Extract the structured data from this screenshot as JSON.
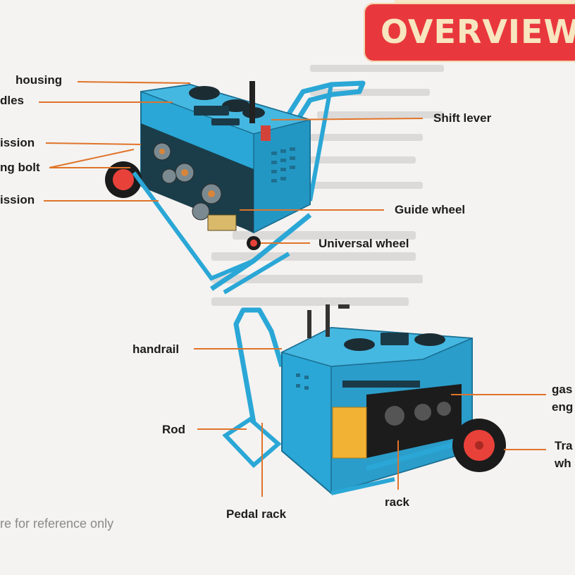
{
  "banner": {
    "title": "OVERVIEW"
  },
  "labels": {
    "housing": "housing",
    "handles": "dles",
    "transmission_1": "ission",
    "fixing_bolt": "ng bolt",
    "transmission_2": "ission",
    "shift_lever": "Shift lever",
    "guide_wheel": "Guide wheel",
    "universal_wheel": "Universal wheel",
    "handrail": "handrail",
    "rod": "Rod",
    "pedal_rack": "Pedal rack",
    "rack": "rack",
    "gasoline_engine_1": "gas",
    "gasoline_engine_2": "eng",
    "travel_wheel_1": "Tra",
    "travel_wheel_2": "wh"
  },
  "caption": "re for reference only",
  "colors": {
    "banner": "#e9383d",
    "banner_text": "#f7e6bf",
    "machine_body": "#2aa7d6",
    "leader_line": "#e0742a",
    "wheel_hub": "#e8413a"
  }
}
